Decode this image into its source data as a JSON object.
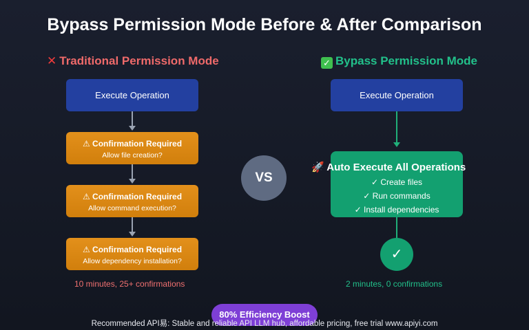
{
  "title": "Bypass Permission Mode Before & After Comparison",
  "left": {
    "heading_icon": "cross-mark-icon",
    "heading": "Traditional Permission Mode",
    "start_box": "Execute Operation",
    "steps": [
      {
        "title": "⚠ Confirmation Required",
        "detail": "Allow file creation?"
      },
      {
        "title": "⚠ Confirmation Required",
        "detail": "Allow command execution?"
      },
      {
        "title": "⚠ Confirmation Required",
        "detail": "Allow dependency installation?"
      }
    ],
    "stat": "10 minutes, 25+ confirmations"
  },
  "vs_label": "VS",
  "right": {
    "heading_icon": "check-mark-icon",
    "heading": "Bypass Permission Mode",
    "start_box": "Execute Operation",
    "auto_box": {
      "title": "🚀 Auto Execute All Operations",
      "items": [
        "✓ Create files",
        "✓ Run commands",
        "✓ Install dependencies"
      ]
    },
    "done_icon": "✓",
    "stat": "2 minutes, 0 confirmations"
  },
  "badge": "80% Efficiency Boost",
  "footer": "Recommended API易: Stable and reliable API LLM hub, affordable pricing, free trial www.apiyi.com",
  "colors": {
    "background": "#1a1f2e",
    "blue_box": "#2340a0",
    "orange_box": "#e3901b",
    "green_box": "#13a070",
    "left_accent": "#ef6a6a",
    "right_accent": "#22c08a",
    "badge": "#7e3fd6",
    "vs_circle": "#5f6b82"
  }
}
